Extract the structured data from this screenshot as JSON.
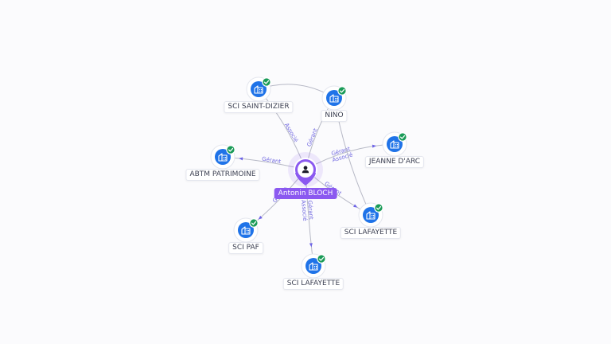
{
  "center": {
    "label": "Antonin BLOCH",
    "icon": "person-icon",
    "color": "#8b59f0"
  },
  "colors": {
    "company": "#1f73e8",
    "verified": "#1a9b58",
    "edge": "#b7b9c6",
    "edge_label": "#6f66e0"
  },
  "nodes": [
    {
      "id": "sci-saint-dizier",
      "label": "SCI SAINT-DIZIER",
      "icon": "building-icon",
      "badge": "check-icon"
    },
    {
      "id": "nino",
      "label": "NINO",
      "icon": "building-icon",
      "badge": "check-icon"
    },
    {
      "id": "jeanne-d-arc",
      "label": "JEANNE D'ARC",
      "icon": "building-icon",
      "badge": "check-icon"
    },
    {
      "id": "abtm-patrimoine",
      "label": "ABTM PATRIMOINE",
      "icon": "building-icon",
      "badge": "check-icon"
    },
    {
      "id": "sci-lafayette-right",
      "label": "SCI LAFAYETTE",
      "icon": "building-icon",
      "badge": "check-icon"
    },
    {
      "id": "sci-paf",
      "label": "SCI PAF",
      "icon": "building-icon",
      "badge": "check-icon"
    },
    {
      "id": "sci-lafayette-bottom",
      "label": "SCI LAFAYETTE",
      "icon": "building-icon",
      "badge": "check-icon"
    }
  ],
  "edges": [
    {
      "from": "center",
      "to": "sci-saint-dizier",
      "labels": [
        "Associé"
      ]
    },
    {
      "from": "center",
      "to": "nino",
      "labels": [
        "Gérant"
      ]
    },
    {
      "from": "center",
      "to": "jeanne-d-arc",
      "labels": [
        "Gérant",
        "Associé"
      ]
    },
    {
      "from": "center",
      "to": "abtm-patrimoine",
      "labels": [
        "Gérant"
      ]
    },
    {
      "from": "center",
      "to": "sci-lafayette-right",
      "labels": [
        "Gérant"
      ]
    },
    {
      "from": "center",
      "to": "sci-paf",
      "labels": [
        "Gérant"
      ]
    },
    {
      "from": "center",
      "to": "sci-lafayette-bottom",
      "labels": [
        "Gérant",
        "Associé"
      ]
    },
    {
      "from": "sci-saint-dizier",
      "to": "nino",
      "labels": []
    },
    {
      "from": "nino",
      "to": "sci-lafayette-right",
      "labels": []
    }
  ]
}
